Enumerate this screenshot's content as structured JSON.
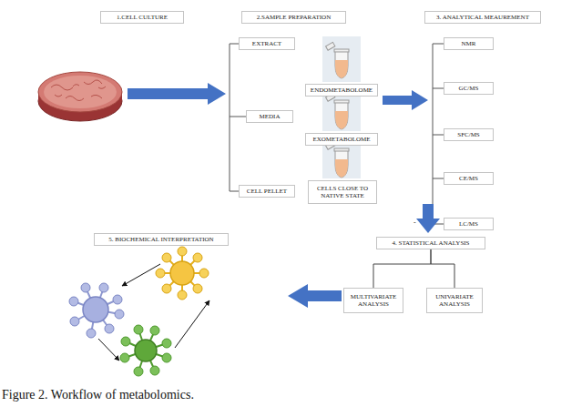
{
  "diagram": {
    "caption": "Figure 2. Workflow of metabolomics.",
    "nodes": [
      {
        "text": [
          "1.CELL CULTURE"
        ]
      },
      {
        "text": [
          "2.SAMPLE PREPARATION"
        ]
      },
      {
        "text": [
          "3. ANALYTICAL MEAUREMENT"
        ]
      },
      {
        "text": [
          "EXTRACT"
        ]
      },
      {
        "text": [
          "ENDOMETABOLOME"
        ]
      },
      {
        "text": [
          "MEDIA"
        ]
      },
      {
        "text": [
          "EXOMETABOLOME"
        ]
      },
      {
        "text": [
          "CELL PELLET"
        ]
      },
      {
        "text": [
          "CELLS CLOSE TO NATIVE STATE"
        ]
      },
      {
        "text": [
          "NMR"
        ]
      },
      {
        "text": [
          "GC/MS"
        ]
      },
      {
        "text": [
          "SFC/MS"
        ]
      },
      {
        "text": [
          "CE/MS"
        ]
      },
      {
        "text": [
          "LC/MS"
        ]
      },
      {
        "text": [
          "5. BIOCHEMICAL INTERPRETATION"
        ]
      },
      {
        "text": [
          "4. STATISTICAL ANALYSIS"
        ]
      },
      {
        "text": [
          "MULTIVARIATE ANALYSIS"
        ]
      },
      {
        "text": [
          "UNIVARIATE ANALYSIS"
        ]
      }
    ],
    "edges": [
      {
        "from": 15,
        "to": 16,
        "arrow": "none"
      },
      {
        "from": 15,
        "to": 17,
        "arrow": "none"
      }
    ],
    "labels": [
      "-"
    ]
  }
}
